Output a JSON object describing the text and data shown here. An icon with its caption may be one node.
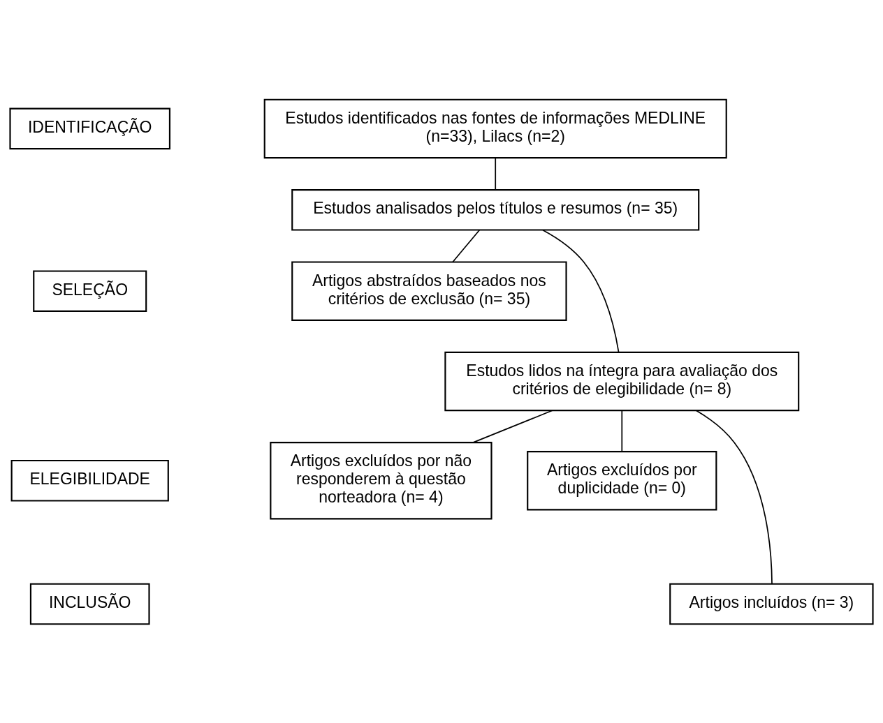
{
  "diagram": {
    "nodes": [
      {
        "text": [
          "IDENTIFICAÇÃO"
        ]
      },
      {
        "text": [
          "SELEÇÃO"
        ]
      },
      {
        "text": [
          "ELEGIBILIDADE"
        ]
      },
      {
        "text": [
          "INCLUSÃO"
        ]
      },
      {
        "text": [
          "Estudos identificados nas fontes de informações MEDLINE (n=33), Lilacs (n=2)"
        ]
      },
      {
        "text": [
          "Estudos analisados pelos títulos e resumos (n= 35)"
        ]
      },
      {
        "text": [
          "Artigos abstraídos baseados nos critérios de exclusão (n= 35)"
        ]
      },
      {
        "text": [
          "Estudos lidos na íntegra para avaliação dos critérios de elegibilidade (n= 8)"
        ]
      },
      {
        "text": [
          "Artigos excluídos por não responderem à questão norteadora (n= 4)"
        ]
      },
      {
        "text": [
          "Artigos excluídos por duplicidade (n= 0)"
        ]
      },
      {
        "text": [
          "Artigos incluídos (n= 3)"
        ]
      }
    ],
    "edges": [
      {
        "from": 4,
        "to": 5,
        "arrow": "none"
      },
      {
        "from": 5,
        "to": 6,
        "arrow": "none"
      },
      {
        "from": 5,
        "to": 7,
        "arrow": "none"
      },
      {
        "from": 7,
        "to": 8,
        "arrow": "none"
      },
      {
        "from": 7,
        "to": 9,
        "arrow": "none"
      },
      {
        "from": 7,
        "to": 10,
        "arrow": "none"
      }
    ]
  }
}
